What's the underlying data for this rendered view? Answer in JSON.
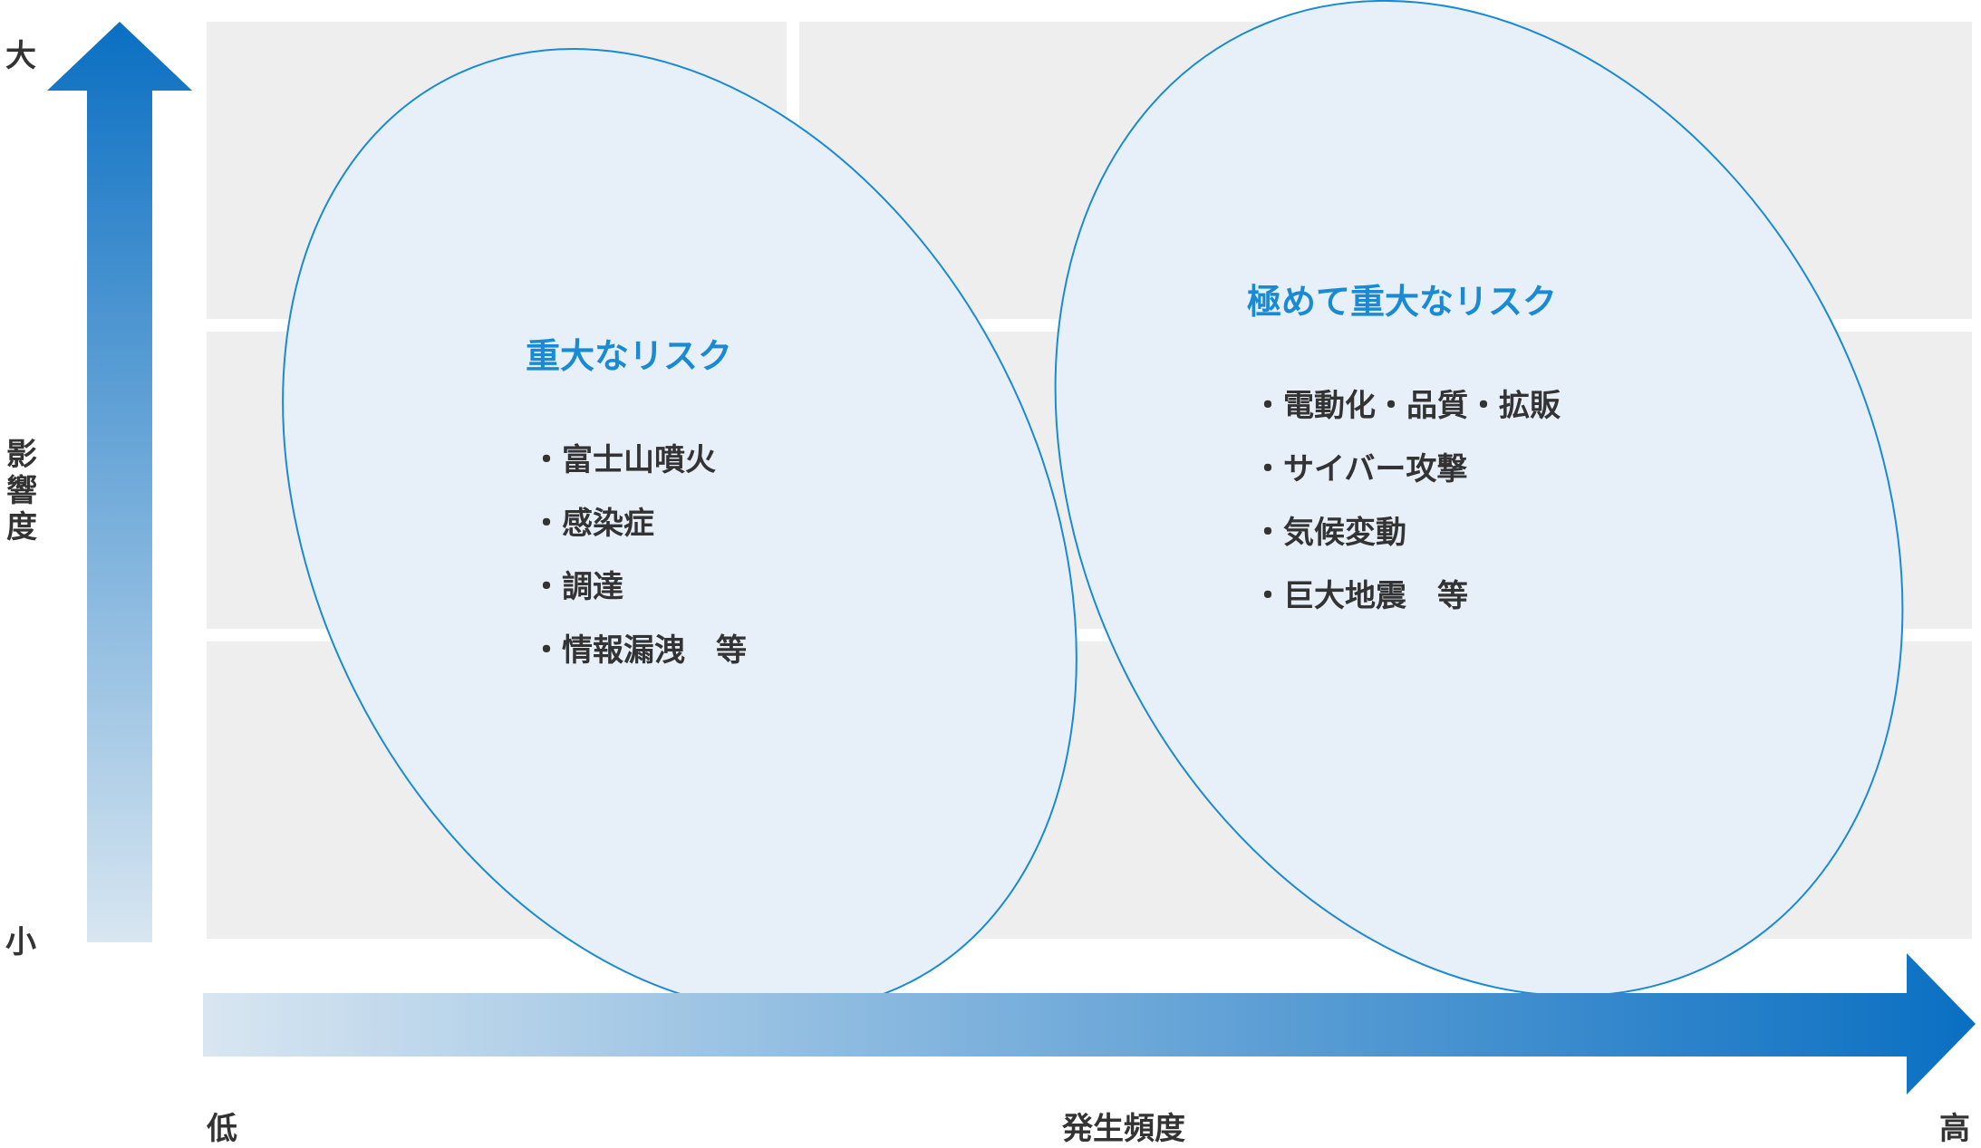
{
  "axes": {
    "y": {
      "title": "影響度",
      "high_label": "大",
      "low_label": "小"
    },
    "x": {
      "title": "発生頻度",
      "low_label": "低",
      "high_label": "高"
    }
  },
  "groups": [
    {
      "title": "重大なリスク",
      "items": [
        "・富士山噴火",
        "・感染症",
        "・調達",
        "・情報漏洩　等"
      ]
    },
    {
      "title": "極めて重大なリスク",
      "items": [
        "・電動化・品質・拡販",
        "・サイバー攻撃",
        "・気候変動",
        "・巨大地震　等"
      ]
    }
  ],
  "colors": {
    "cell": "#eeeeee",
    "ellipse_fill": "#e7f0f9",
    "ellipse_stroke": "#1a8ad4",
    "arrow_dark": "#0a6fc2",
    "arrow_light": "#d8e6f1",
    "heading": "#1a8ad4"
  }
}
